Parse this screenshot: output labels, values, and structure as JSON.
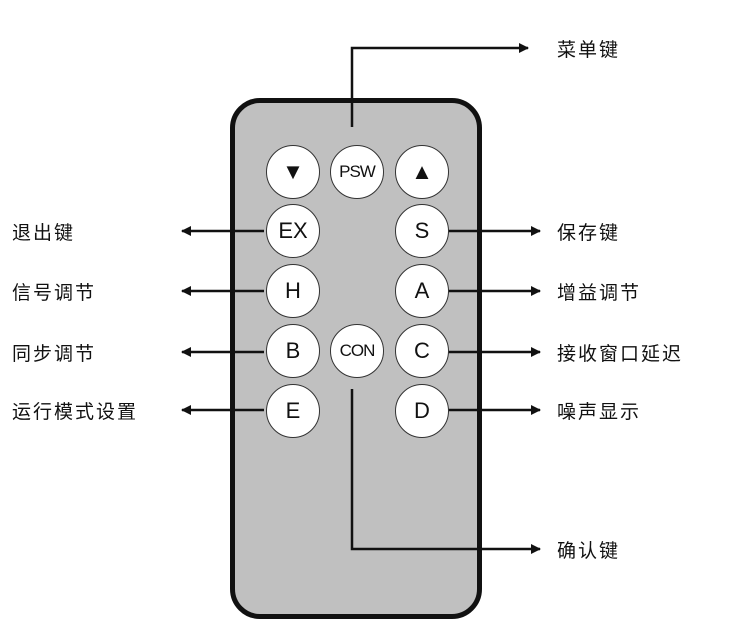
{
  "diagram": {
    "title": "Remote control key layout",
    "colors": {
      "body": "#c0c0c0",
      "outline": "#111111",
      "button": "#ffffff"
    },
    "buttons": {
      "down": {
        "label": "▼",
        "icon": "triangle-down-icon"
      },
      "psw": {
        "label": "PSW"
      },
      "up": {
        "label": "▲",
        "icon": "triangle-up-icon"
      },
      "ex": {
        "label": "EX"
      },
      "s": {
        "label": "S"
      },
      "h": {
        "label": "H"
      },
      "a": {
        "label": "A"
      },
      "b": {
        "label": "B"
      },
      "con": {
        "label": "CON"
      },
      "c": {
        "label": "C"
      },
      "e": {
        "label": "E"
      },
      "d": {
        "label": "D"
      }
    },
    "annotations": {
      "psw": "菜单键",
      "ex": "退出键",
      "h": "信号调节",
      "b": "同步调节",
      "e": "运行模式设置",
      "s": "保存键",
      "a": "增益调节",
      "c": "接收窗口延迟",
      "d": "噪声显示",
      "con": "确认键"
    }
  }
}
